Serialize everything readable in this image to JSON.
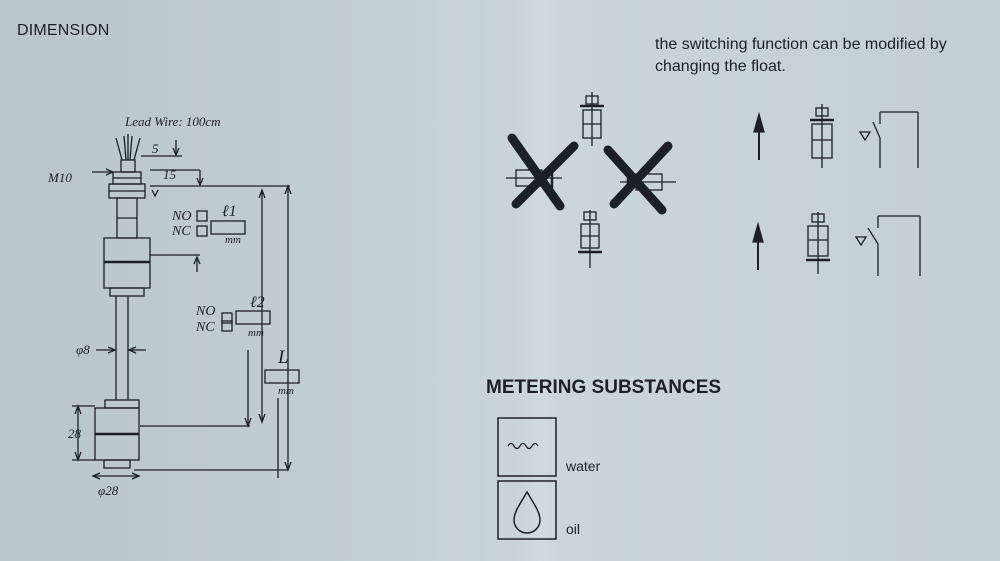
{
  "dimension": {
    "title": "DIMENSION",
    "lead_wire": "Lead Wire: 100cm",
    "thread": "M10",
    "dim_5": "5",
    "dim_15": "15",
    "no": "NO",
    "nc": "NC",
    "l1": "ℓ1",
    "l2": "ℓ2",
    "L": "L",
    "unit": "mm",
    "phi8": "φ8",
    "dim_28": "28",
    "phi28": "φ28"
  },
  "switching": {
    "note": "the switching function can be modified by changing the float."
  },
  "metering": {
    "title": "METERING SUBSTANCES",
    "water": "water",
    "oil": "oil"
  },
  "colors": {
    "ink": "#1c2024",
    "paper": "#c3d0d4"
  }
}
